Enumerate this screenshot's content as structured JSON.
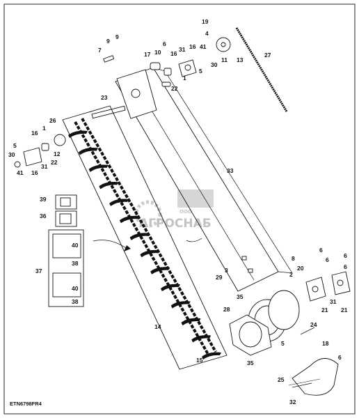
{
  "diagram": {
    "caption": "ETN6798FR4",
    "watermark": {
      "company_prefix": "ООО",
      "company_name": "АГРОСНАБ"
    },
    "callouts": [
      "19",
      "4",
      "9",
      "9",
      "7",
      "6",
      "10",
      "16",
      "17",
      "31",
      "16",
      "41",
      "11",
      "13",
      "30",
      "5",
      "1",
      "22",
      "27",
      "23",
      "26",
      "1",
      "16",
      "5",
      "30",
      "12",
      "22",
      "31",
      "16",
      "41",
      "33",
      "39",
      "36",
      "37",
      "40",
      "38",
      "40",
      "38",
      "14",
      "15",
      "8",
      "6",
      "6",
      "20",
      "2",
      "3",
      "29",
      "35",
      "31",
      "21",
      "21",
      "6",
      "6",
      "28",
      "24",
      "18",
      "5",
      "6",
      "35",
      "25",
      "32"
    ]
  }
}
